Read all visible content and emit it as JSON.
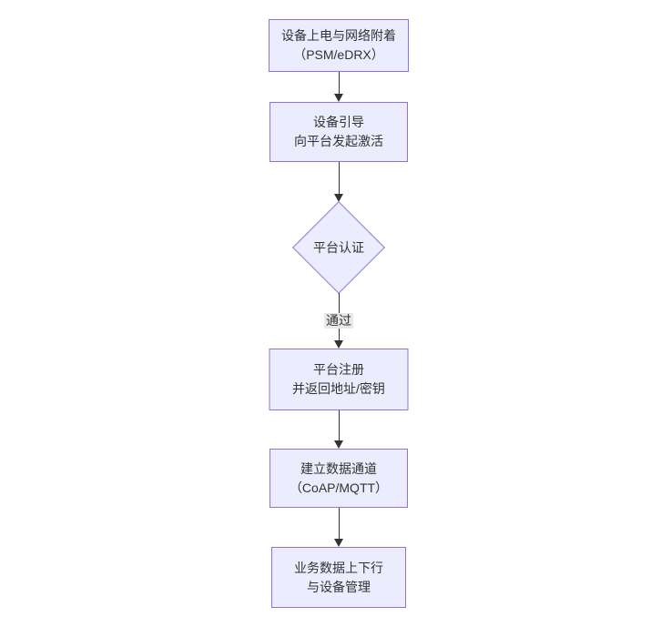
{
  "diagram": {
    "type": "flowchart",
    "direction": "top-down",
    "nodes": [
      {
        "id": "A",
        "shape": "rect",
        "line1": "设备上电与网络附着",
        "line2": "（PSM/eDRX）"
      },
      {
        "id": "B",
        "shape": "rect",
        "line1": "设备引导",
        "line2": "向平台发起激活"
      },
      {
        "id": "C",
        "shape": "diamond",
        "label": "平台认证"
      },
      {
        "id": "D",
        "shape": "rect",
        "line1": "平台注册",
        "line2": "并返回地址/密钥"
      },
      {
        "id": "E",
        "shape": "rect",
        "line1": "建立数据通道",
        "line2": "（CoAP/MQTT）"
      },
      {
        "id": "F",
        "shape": "rect",
        "line1": "业务数据上下行",
        "line2": "与设备管理"
      }
    ],
    "edges": [
      {
        "from": "A",
        "to": "B",
        "label": ""
      },
      {
        "from": "B",
        "to": "C",
        "label": ""
      },
      {
        "from": "C",
        "to": "D",
        "label": "通过"
      },
      {
        "from": "D",
        "to": "E",
        "label": ""
      },
      {
        "from": "E",
        "to": "F",
        "label": ""
      }
    ],
    "colors": {
      "node_fill": "#ECECFF",
      "node_border": "#9370DB",
      "text": "#333333",
      "arrow": "#333333",
      "edge_label_bg": "#e8e8e8",
      "background": "#ffffff"
    }
  }
}
